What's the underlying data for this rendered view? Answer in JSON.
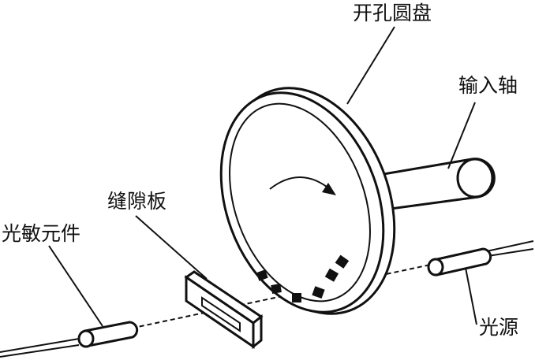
{
  "labels": {
    "disk": "开孔圆盘",
    "shaft": "输入轴",
    "slit_plate": "缝隙板",
    "photo_element": "光敏元件",
    "light_source": "光源"
  },
  "colors": {
    "ink": "#111111",
    "background": "#ffffff"
  }
}
